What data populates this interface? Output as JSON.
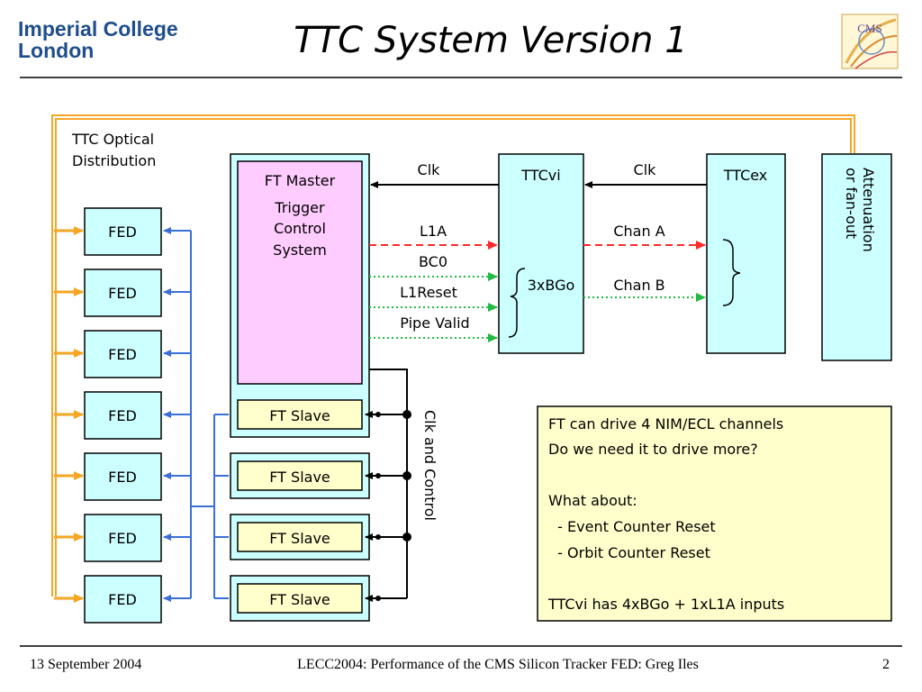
{
  "header": {
    "logo_line1": "Imperial College",
    "logo_line2": "London",
    "title": "TTC System Version 1",
    "badge": "CMS"
  },
  "diagram": {
    "ttc_optical": [
      "TTC Optical",
      "Distribution"
    ],
    "feds": [
      "FED",
      "FED",
      "FED",
      "FED",
      "FED",
      "FED",
      "FED"
    ],
    "ft_master": [
      "FT Master",
      "Trigger",
      "Control",
      "System"
    ],
    "ft_slaves": [
      "FT Slave",
      "FT Slave",
      "FT Slave",
      "FT Slave"
    ],
    "signals_left": [
      "Clk",
      "L1A",
      "BC0",
      "L1Reset",
      "Pipe Valid"
    ],
    "ttcvi": "TTCvi",
    "bgo": "3xBGo",
    "signals_right": [
      "Clk",
      "Chan A",
      "Chan B"
    ],
    "ttcex": "TTCex",
    "attenuation": [
      "Attenuation",
      "or fan-out"
    ],
    "clk_control": "Clk and Control",
    "note": [
      "FT can drive 4 NIM/ECL channels",
      "Do we need it to drive more?",
      "",
      "What about:",
      "  - Event Counter Reset",
      "  - Orbit Counter Reset",
      "",
      "TTCvi has 4xBGo + 1xL1A inputs"
    ]
  },
  "footer": {
    "date": "13 September 2004",
    "center": "LECC2004: Performance of the CMS Silicon Tracker FED: Greg Iles",
    "page": "2"
  },
  "colors": {
    "box_fill": "#ccffff",
    "master_fill": "#ffccff",
    "slave_fill": "#ffffcc",
    "note_fill": "#ffffcc",
    "optical": "#f5a623",
    "blue": "#3a6fd8",
    "red": "#ff2a2a",
    "green": "#22bb44"
  }
}
